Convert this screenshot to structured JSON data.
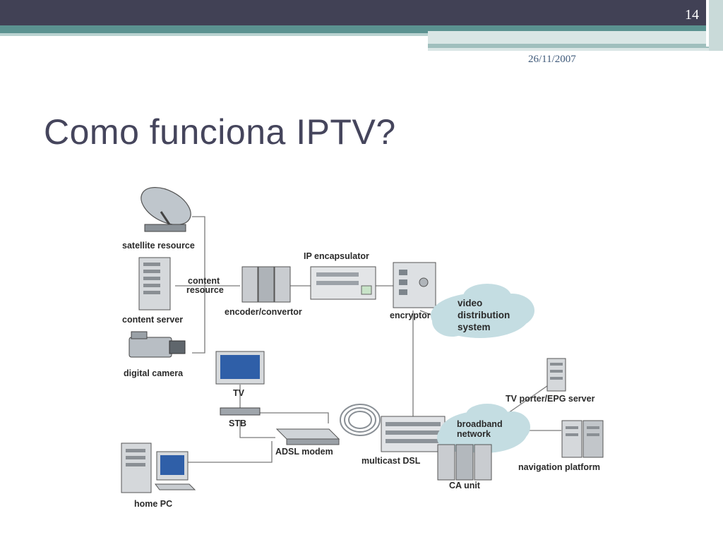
{
  "slide": {
    "number": "14",
    "date": "26/11/2007",
    "title": "Como funciona IPTV?"
  },
  "diagram": {
    "labels": {
      "satellite": "satellite resource",
      "content_server": "content server",
      "digital_camera": "digital camera",
      "content_resource_line1": "content",
      "content_resource_line2": "resource",
      "encoder": "encoder/convertor",
      "ip_encapsulator": "IP encapsulator",
      "encryptor": "encryptor",
      "video_line1": "video",
      "video_line2": "distribution",
      "video_line3": "system",
      "tv": "TV",
      "stb": "STB",
      "adsl": "ADSL modem",
      "multicast": "multicast DSL",
      "broadband_line1": "broadband",
      "broadband_line2": "network",
      "tv_porter": "TV porter/EPG server",
      "navigation": "navigation platform",
      "ca_unit": "CA unit",
      "home_pc": "home PC"
    }
  },
  "colors": {
    "dark_band": "#414155",
    "teal_band": "#5b9290",
    "title": "#45455c",
    "cloud": "#c4dde2",
    "line": "#7a7a7a"
  }
}
